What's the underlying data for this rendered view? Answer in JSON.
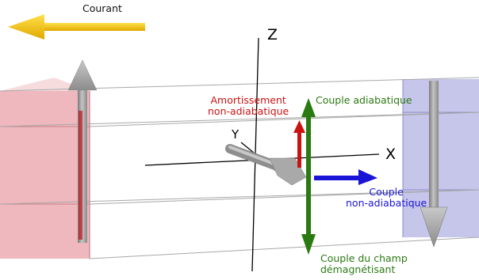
{
  "labels": {
    "current": "Courant",
    "damping_line1": "Amortissement",
    "damping_line2": "non-adiabatique",
    "adiabatic_torque": "Couple adiabatique",
    "nonadiabatic_line1": "Couple",
    "nonadiabatic_line2": "non-adiabatique",
    "demag_line1": "Couple du champ",
    "demag_line2": "démagnétisant"
  },
  "axes": {
    "z": "Z",
    "y": "Y",
    "x": "X"
  },
  "colors": {
    "current_arrow": "#f2c200",
    "damping": "#cc1111",
    "adiabatic": "#2a7a12",
    "nonadiabatic": "#1a14d6",
    "demag": "#2a7a12",
    "left_domain": "#e8a0a8",
    "right_domain": "#b8b8e6",
    "moment": "#a6a6a6"
  }
}
